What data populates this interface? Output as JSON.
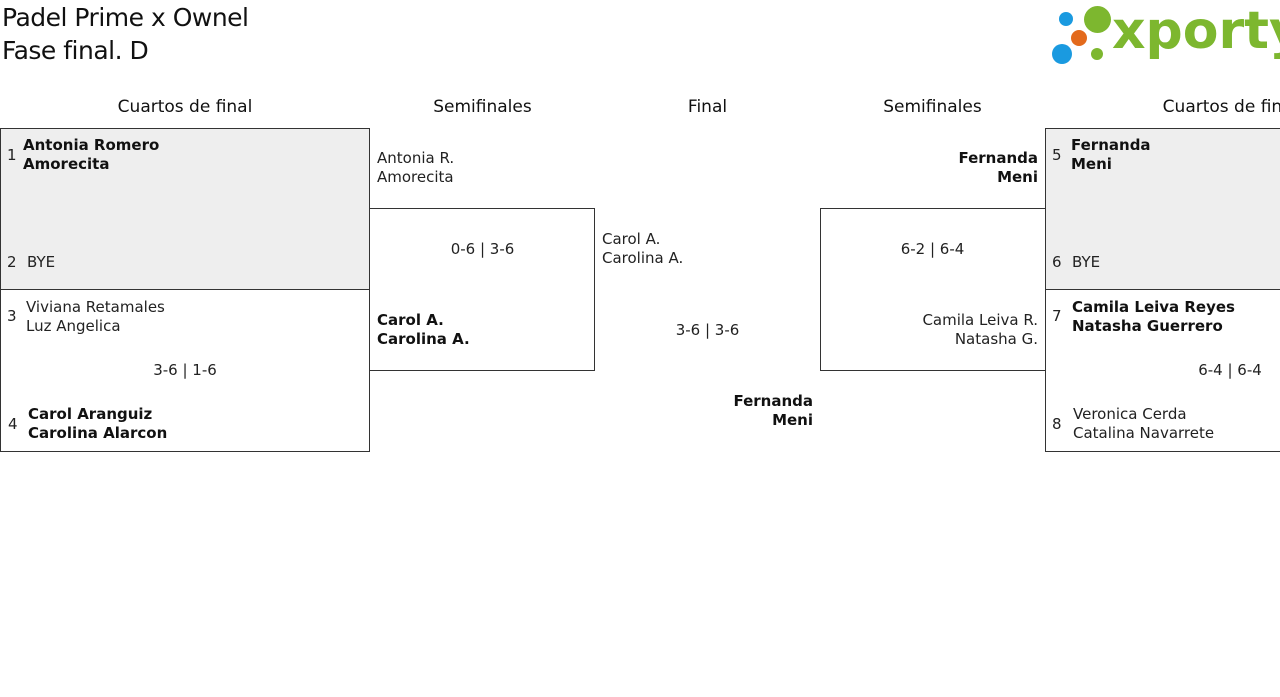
{
  "header": {
    "title_line1": "Padel Prime x Ownel",
    "title_line2": "Fase final. D",
    "logo_text": "xporty",
    "logo_colors": [
      "#1a9ae0",
      "#e36a1c",
      "#7db72f"
    ]
  },
  "rounds": {
    "left_quarter": "Cuartos de final",
    "left_semi": "Semifinales",
    "final": "Final",
    "right_semi": "Semifinales",
    "right_quarter": "Cuartos de final"
  },
  "quarterfinals": {
    "m1": {
      "seed_a": "1",
      "team_a_1": "Antonia Romero",
      "team_a_2": "Amorecita",
      "seed_b": "2",
      "team_b_1": "BYE"
    },
    "m2": {
      "seed_a": "3",
      "team_a_1": "Viviana Retamales",
      "team_a_2": "Luz Angelica",
      "score": "3-6 | 1-6",
      "seed_b": "4",
      "team_b_1": "Carol Aranguiz",
      "team_b_2": "Carolina Alarcon"
    },
    "m3": {
      "seed_a": "5",
      "team_a_1": "Fernanda",
      "team_a_2": "Meni",
      "seed_b": "6",
      "team_b_1": "BYE"
    },
    "m4": {
      "seed_a": "7",
      "team_a_1": "Camila Leiva Reyes",
      "team_a_2": "Natasha Guerrero",
      "score": "6-4 | 6-4",
      "seed_b": "8",
      "team_b_1": "Veronica Cerda",
      "team_b_2": "Catalina Navarrete"
    }
  },
  "semifinals": {
    "left": {
      "team_a_1": "Antonia R.",
      "team_a_2": "Amorecita",
      "score": "0-6 | 3-6",
      "team_b_1": "Carol A.",
      "team_b_2": "Carolina A."
    },
    "right": {
      "team_a_1": "Fernanda",
      "team_a_2": "Meni",
      "score": "6-2 | 6-4",
      "team_b_1": "Camila Leiva R.",
      "team_b_2": "Natasha G."
    }
  },
  "final": {
    "team_a_1": "Carol A.",
    "team_a_2": "Carolina A.",
    "score": "3-6 | 3-6",
    "winner_1": "Fernanda",
    "winner_2": "Meni"
  }
}
